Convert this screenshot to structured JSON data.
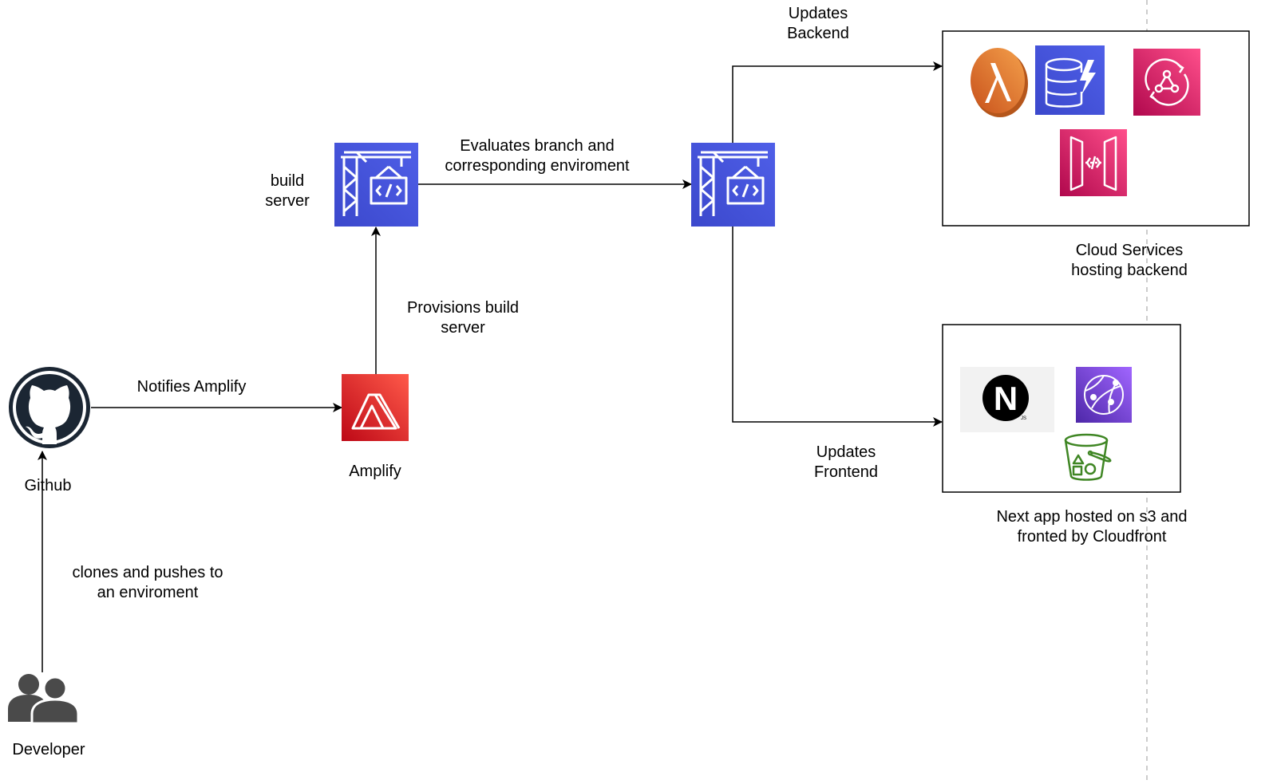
{
  "labels": {
    "updates_backend": [
      "Updates",
      "Backend"
    ],
    "evaluates": [
      "Evaluates branch and",
      "corresponding enviroment"
    ],
    "build_server": [
      "build",
      "server"
    ],
    "provisions": [
      "Provisions build",
      "server"
    ],
    "notifies": [
      "Notifies Amplify"
    ],
    "amplify": [
      "Amplify"
    ],
    "github": [
      "Github"
    ],
    "clones": [
      "clones and pushes to",
      "an enviroment"
    ],
    "developer": [
      "Developer"
    ],
    "updates_frontend": [
      "Updates",
      "Frontend"
    ],
    "cloud_services": [
      "Cloud Services",
      "hosting backend"
    ],
    "next_app": [
      "Next app hosted on s3 and",
      "fronted by Cloudfront"
    ]
  },
  "icons": {
    "lambda": "lambda-icon",
    "dynamodb": "dynamodb-icon",
    "appsync": "appsync-icon",
    "api_gateway": "api-gateway-icon",
    "nextjs": "nextjs-icon",
    "cloudfront": "cloudfront-icon",
    "s3": "s3-bucket-icon",
    "amplify": "amplify-icon",
    "build_server": "codebuild-icon",
    "github": "github-icon",
    "developer": "users-icon"
  },
  "nextjs_logo": {
    "letter": "N",
    "suffix": "JS"
  },
  "colors": {
    "codebuild": "#3f48cc",
    "amplify": "#dd3522",
    "lambda": "#e8833a",
    "dynamodb": "#3f48cc",
    "appsync": "#d8336e",
    "api_gateway": "#d6366e",
    "cloudfront": "#7a45c9",
    "s3": "#3f8624",
    "github": "#1b2633",
    "developer": "#4a4a4a"
  }
}
